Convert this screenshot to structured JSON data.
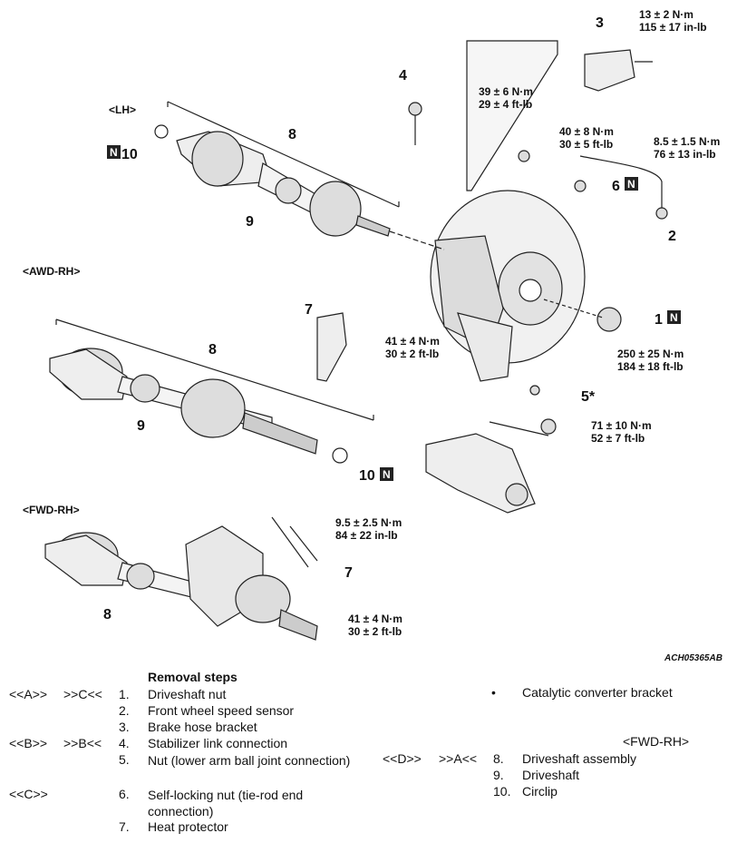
{
  "variants": {
    "lh": "<LH>",
    "awd_rh": "<AWD-RH>",
    "fwd_rh": "<FWD-RH>"
  },
  "callouts": [
    "1",
    "2",
    "3",
    "4",
    "5*",
    "6",
    "7",
    "8",
    "9",
    "10",
    "N"
  ],
  "torques": {
    "t3": [
      "13 ± 2 N·m",
      "115 ± 17 in-lb"
    ],
    "t4": [
      "39 ± 6 N·m",
      "29 ± 4 ft-lb"
    ],
    "t6": [
      "40 ± 8 N·m",
      "30 ± 5 ft-lb"
    ],
    "t2": [
      "8.5 ± 1.5 N·m",
      "76 ± 13 in-lb"
    ],
    "t7": [
      "41 ± 4 N·m",
      "30 ± 2 ft-lb"
    ],
    "t1": [
      "250 ± 25 N·m",
      "184 ± 18 ft-lb"
    ],
    "t5": [
      "71 ± 10 N·m",
      "52 ± 7 ft-lb"
    ],
    "tf1": [
      "9.5 ± 2.5 N·m",
      "84 ± 22 in-lb"
    ],
    "tf2": [
      "41 ± 4 N·m",
      "30 ± 2 ft-lb"
    ]
  },
  "figure_code": "ACH05365AB",
  "removal": {
    "heading": "Removal steps",
    "steps": [
      {
        "a": "<<A>>",
        "b": ">>C<<",
        "num": "1.",
        "text": "Driveshaft nut"
      },
      {
        "a": "",
        "b": "",
        "num": "2.",
        "text": "Front wheel speed sensor"
      },
      {
        "a": "",
        "b": "",
        "num": "3.",
        "text": "Brake hose bracket"
      },
      {
        "a": "<<B>>",
        "b": ">>B<<",
        "num": "4.",
        "text": "Stabilizer link connection"
      },
      {
        "a": "",
        "b": "",
        "num": "5.",
        "text": "Nut (lower arm ball joint connection)"
      },
      {
        "a": "<<C>>",
        "b": "",
        "num": "6.",
        "text": "Self-locking nut (tie-rod end connection)"
      },
      {
        "a": "",
        "b": "",
        "num": "7.",
        "text": "Heat protector"
      }
    ],
    "right": {
      "bullet": "•",
      "bullet_text": "Catalytic converter bracket",
      "subheading": "<FWD-RH>",
      "steps": [
        {
          "a": "<<D>>",
          "b": ">>A<<",
          "num": "8.",
          "text": "Driveshaft assembly"
        },
        {
          "a": "",
          "b": "",
          "num": "9.",
          "text": "Driveshaft"
        },
        {
          "a": "",
          "b": "",
          "num": "10.",
          "text": "Circlip"
        }
      ]
    }
  }
}
